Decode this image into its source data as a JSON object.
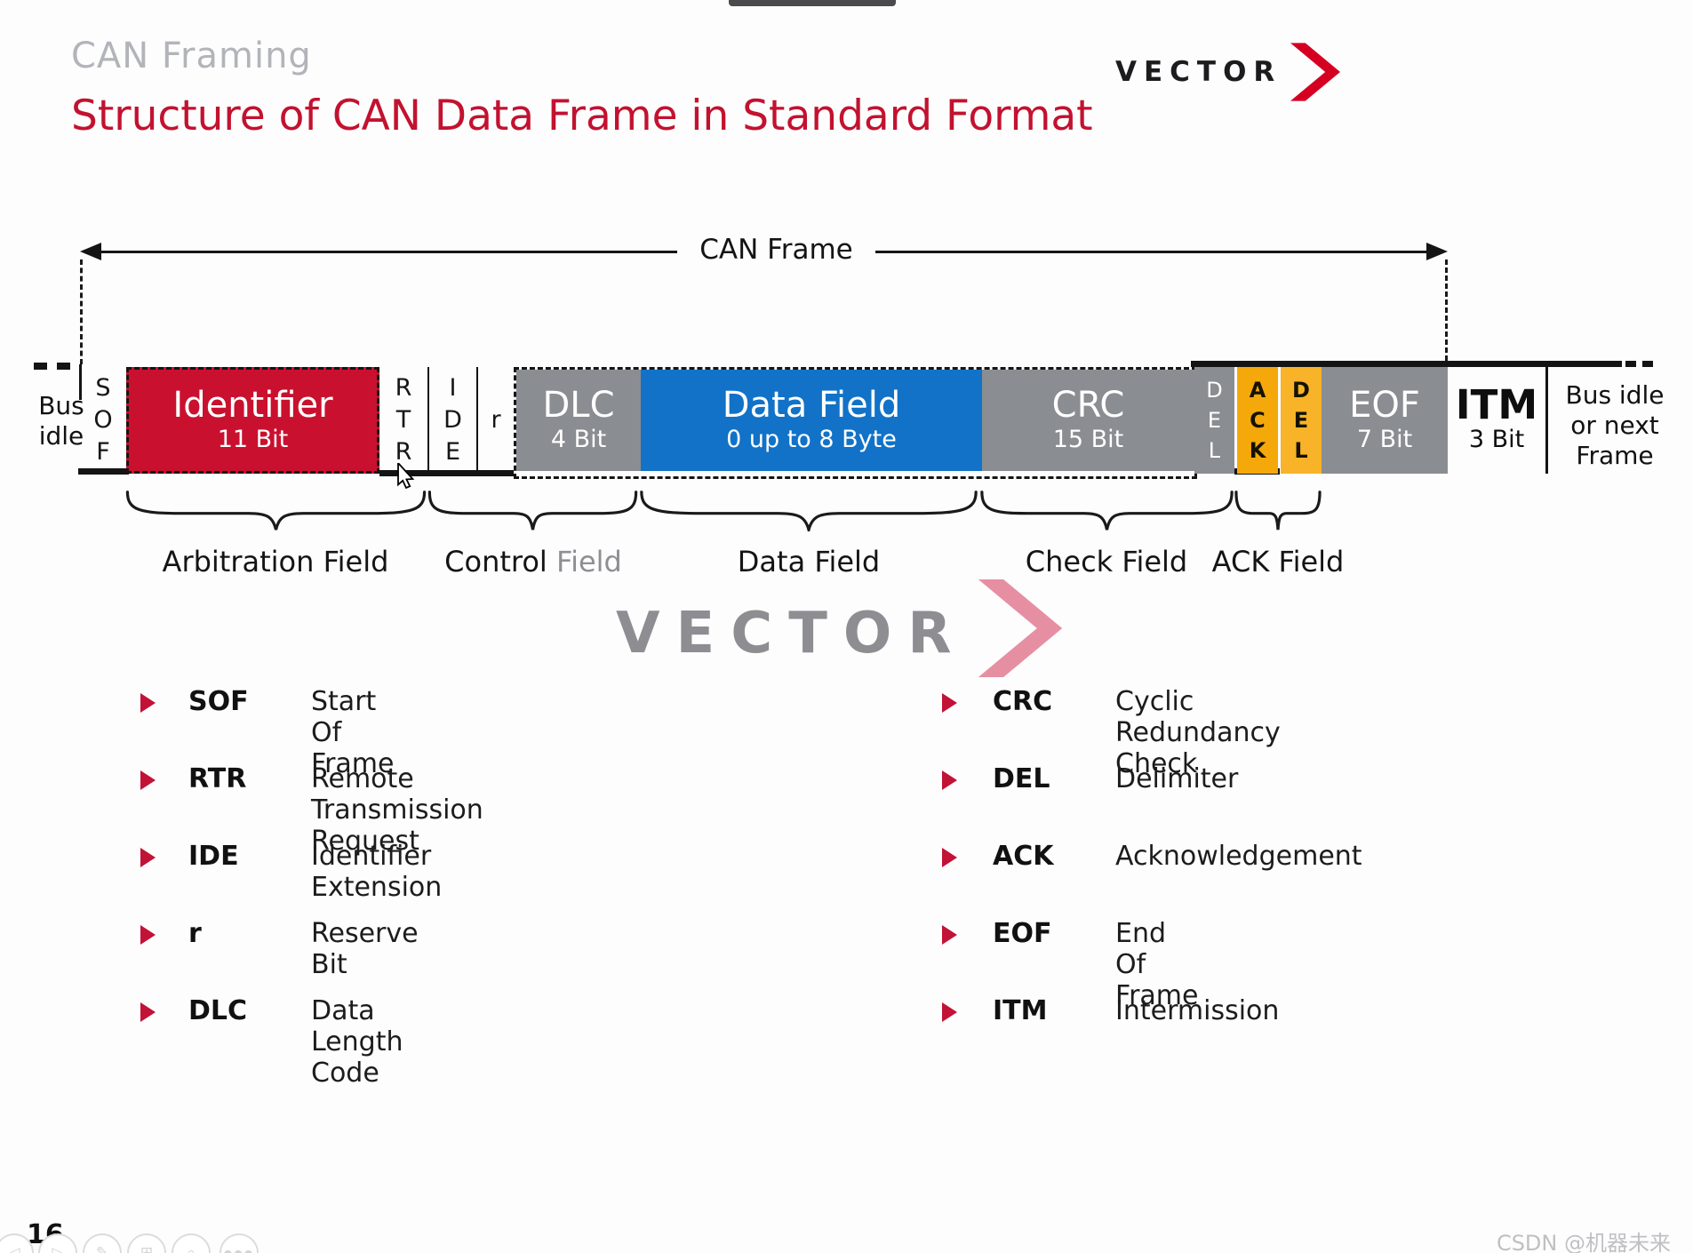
{
  "header": {
    "eyebrow": "CAN Framing",
    "title": "Structure of CAN Data Frame in Standard Format",
    "logo_text": "VECTOR"
  },
  "colors": {
    "title_red": "#c2122f",
    "identifier_red": "#c9112f",
    "field_gray": "#8a8d91",
    "data_blue": "#1172c8",
    "ack_orange": "#f5a80a",
    "legend_bullet_red": "#c21236",
    "watermark_gray": "#8e8e92",
    "logo_chevron_red": "#d50021",
    "watermark_chevron_pink": "#e78fa2"
  },
  "diagram": {
    "frame_label": "CAN Frame",
    "bus_idle_label": "Bus idle",
    "bus_next_label": "Bus idle or next Frame",
    "segments": {
      "sof": "S\nO\nF",
      "identifier": {
        "title": "Identifier",
        "subtitle": "11 Bit"
      },
      "rtr": "R\nT\nR",
      "ide": "I\nD\nE",
      "r": "r",
      "dlc": {
        "title": "DLC",
        "subtitle": "4 Bit"
      },
      "data": {
        "title": "Data Field",
        "subtitle": "0 up to 8 Byte"
      },
      "crc": {
        "title": "CRC",
        "subtitle": "15 Bit"
      },
      "del1": "D\nE\nL",
      "ack": "A\nC\nK",
      "del2": "D\nE\nL",
      "eof": {
        "title": "EOF",
        "subtitle": "7 Bit"
      },
      "itm": {
        "title": "ITM",
        "subtitle": "3 Bit"
      }
    },
    "field_groups": {
      "arbitration": "Arbitration Field",
      "control_primary": "Control",
      "control_secondary": "Field",
      "data": "Data Field",
      "check": "Check Field",
      "ack": "ACK Field"
    }
  },
  "watermark": {
    "text": "VECTOR"
  },
  "legend": {
    "left": [
      {
        "term": "SOF",
        "definition": "Start Of Frame"
      },
      {
        "term": "RTR",
        "definition": "Remote Transmission Request"
      },
      {
        "term": "IDE",
        "definition": "Identifier Extension"
      },
      {
        "term": "r",
        "definition": "Reserve Bit"
      },
      {
        "term": "DLC",
        "definition": "Data Length Code"
      }
    ],
    "right": [
      {
        "term": "CRC",
        "definition": "Cyclic Redundancy Check"
      },
      {
        "term": "DEL",
        "definition": "Delimiter"
      },
      {
        "term": "ACK",
        "definition": "Acknowledgement"
      },
      {
        "term": "EOF",
        "definition": "End Of Frame"
      },
      {
        "term": "ITM",
        "definition": "Intermission"
      }
    ]
  },
  "footer": {
    "page_number": "16",
    "site_watermark": "CSDN @机器未来"
  }
}
